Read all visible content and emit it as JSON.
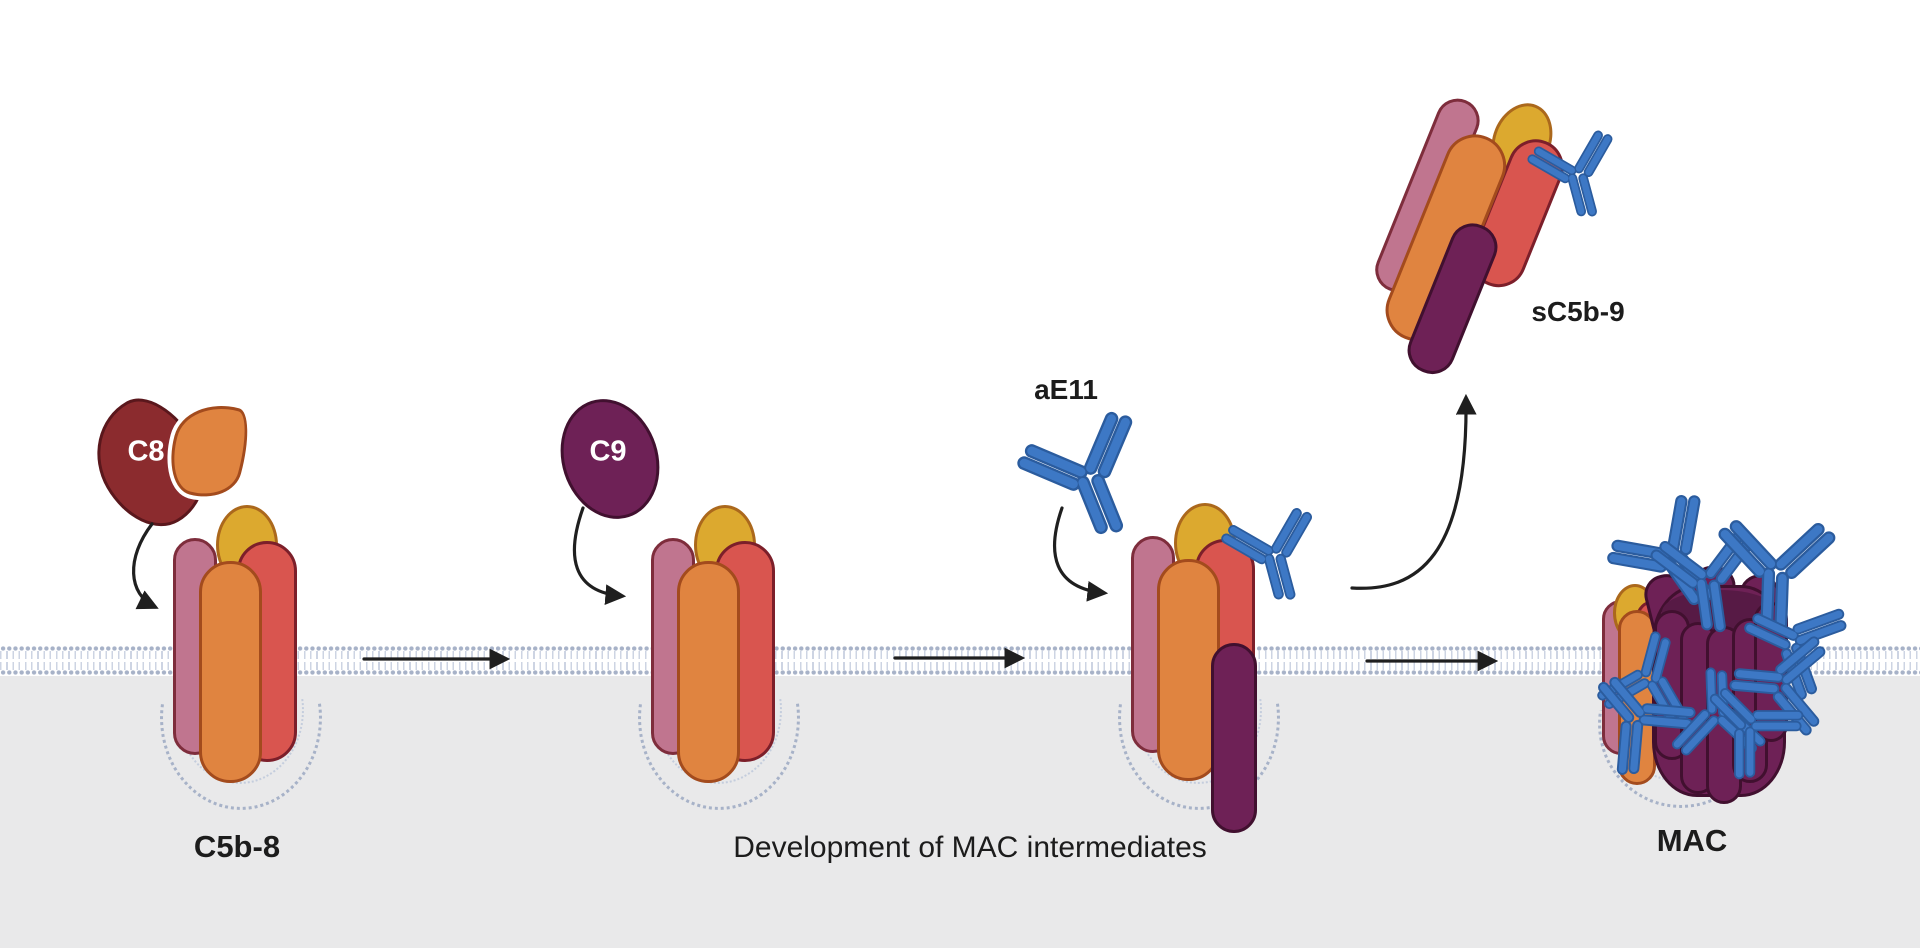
{
  "molecules": {
    "c8": "C8",
    "c9": "C9",
    "antibody": "aE11",
    "soluble_complex": "sC5b-9"
  },
  "stages": {
    "start": "C5b-8",
    "middle": "Development of MAC intermediates",
    "end": "MAC"
  },
  "colors": {
    "background": "#ffffff",
    "cytoplasm": "#e9e9ea",
    "membrane-dot": "#a7b2c8",
    "membrane-tail": "#cdd4e3",
    "rod-pink": "#c0758f",
    "rod-pink-line": "#7e2d3c",
    "rod-orange": "#e08440",
    "rod-orange-line": "#a34b1d",
    "rod-red": "#d9554f",
    "rod-red-line": "#7c1f2a",
    "rod-yellow": "#dca92f",
    "rod-yellow-line": "#ab681c",
    "c8-fill": "#8b2b2e",
    "c8-line": "#5a171c",
    "purple-fill": "#6e2156",
    "purple-line": "#41102f",
    "antibody-fill": "#3d78c5",
    "antibody-line": "#2b5c9e",
    "arrow": "#1f1f1f",
    "text": "#1c1c1c"
  }
}
